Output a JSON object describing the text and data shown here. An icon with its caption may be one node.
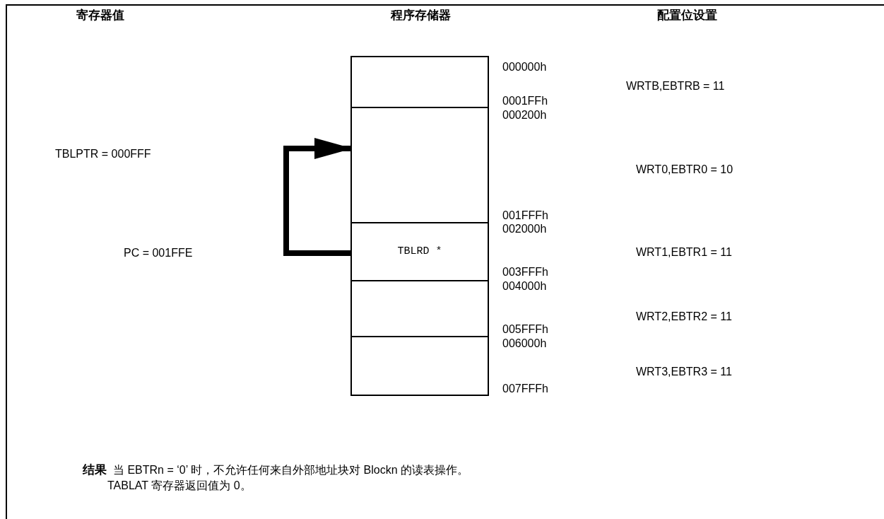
{
  "diagram": {
    "nodes": [
      {
        "text": [],
        "shape": "box"
      },
      {
        "text": [],
        "shape": "box"
      },
      {
        "text": [
          "TBLRD *"
        ]
      },
      {
        "text": [],
        "shape": "box"
      },
      {
        "text": [],
        "shape": "box"
      }
    ],
    "edges": [
      {
        "from": 2,
        "to": 1,
        "arrow": "to"
      }
    ],
    "labels": [
      "寄存器值",
      "程序存储器",
      "配置位设置",
      "000000h",
      "WRTB,EBTRB = 11",
      "0001FFh",
      "000200h",
      "TBLPTR = 000FFF",
      "WRT0,EBTR0 = 10",
      "001FFFh",
      "002000h",
      "PC = 001FFE",
      "WRT1,EBTR1 = 11",
      "003FFFh",
      "004000h",
      "WRT2,EBTR2 = 11",
      "005FFFh",
      "006000h",
      "WRT3,EBTR3 = 11",
      "007FFFh",
      "结果",
      "当 EBTRn = ‘0’ 时，不允许任何来自外部地址块对 Blockn 的读表操作。",
      "TABLAT 寄存器返回值为 0。"
    ]
  }
}
